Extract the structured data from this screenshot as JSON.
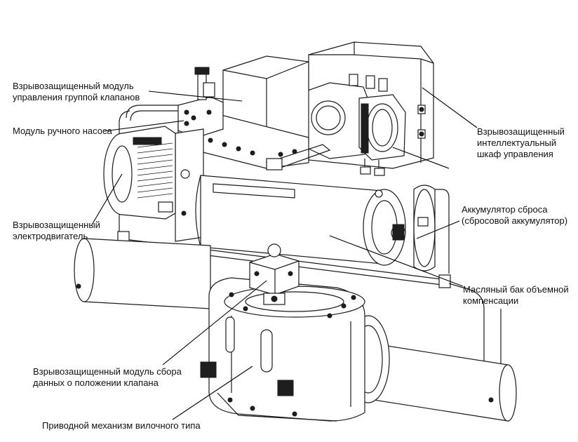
{
  "diagram": {
    "labels": [
      {
        "id": "valve-group-module",
        "lines": [
          "Взрывозащищенный модуль",
          "управления группой клапанов"
        ]
      },
      {
        "id": "hand-pump-module",
        "lines": [
          "Модуль ручного насоса"
        ]
      },
      {
        "id": "motor",
        "lines": [
          "Взрывозащищенный",
          "электродвигатель"
        ]
      },
      {
        "id": "position-module",
        "lines": [
          "Взрывозащищенный модуль сбора",
          "данных о положении клапана"
        ]
      },
      {
        "id": "fork-drive",
        "lines": [
          "Приводной механизм вилочного типа"
        ]
      },
      {
        "id": "control-cabinet",
        "lines": [
          "Взрывозащищенный",
          "интеллектуальный",
          "шкаф управления"
        ]
      },
      {
        "id": "relief-accumulator",
        "lines": [
          "Аккумулятор сброса",
          "(сбросовой аккумулятор)"
        ]
      },
      {
        "id": "oil-tank",
        "lines": [
          "Масляный бак объемной",
          "компенсации"
        ]
      }
    ]
  }
}
